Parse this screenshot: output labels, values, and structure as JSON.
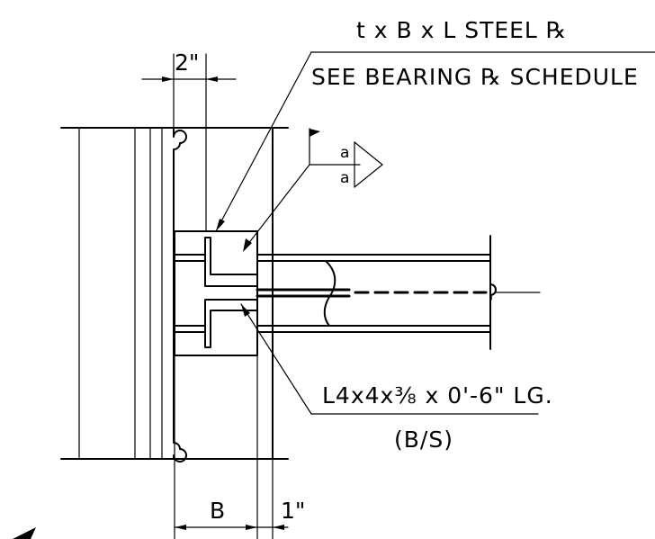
{
  "callouts": {
    "plate_line1": "t x B x L STEEL ℞",
    "plate_line2": "SEE BEARING ℞ SCHEDULE",
    "angle_line1": "L4x4x⅜ x 0'-6\" LG.",
    "angle_line2": "(B/S)"
  },
  "weld": {
    "size_top": "a",
    "size_bottom": "a"
  },
  "dimensions": {
    "top": "2\"",
    "bottom_left": "B",
    "bottom_right": "1\""
  }
}
